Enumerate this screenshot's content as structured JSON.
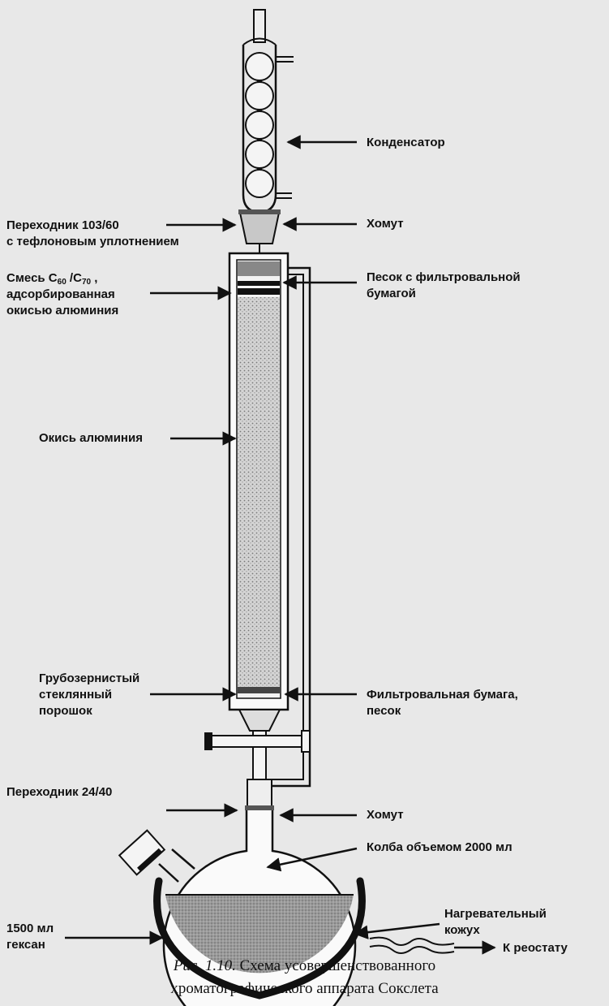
{
  "labels": {
    "condenser": "Конденсатор",
    "clamp_top": "Хомут",
    "adapter_top_1": "Переходник 103/60",
    "adapter_top_2": "с тефлоновым уплотнением",
    "mixture_1a": "Смесь С",
    "mixture_1b": "60",
    "mixture_1c": " /С",
    "mixture_1d": "70",
    "mixture_1e": " ,",
    "mixture_2": "адсорбированная",
    "mixture_3": "окисью алюминия",
    "sand_filter_1": "Песок с фильтровальной",
    "sand_filter_2": "бумагой",
    "alumina": "Окись алюминия",
    "glass_powder_1": "Грубозернистый",
    "glass_powder_2": "стеклянный",
    "glass_powder_3": "порошок",
    "filter_sand_1": "Фильтровальная бумага,",
    "filter_sand_2": "песок",
    "adapter_bottom": "Переходник 24/40",
    "clamp_bottom": "Хомут",
    "flask": "Колба объемом 2000 мл",
    "hexane_1": "1500 мл",
    "hexane_2": "гексан",
    "mantle_1": "Нагревательный",
    "mantle_2": "кожух",
    "rheostat": "К реостату"
  },
  "caption": {
    "figure": "Рис. 1.10.",
    "line1": " Схема усовершенствованного",
    "line2": "хроматографического аппарата Сокслета"
  }
}
